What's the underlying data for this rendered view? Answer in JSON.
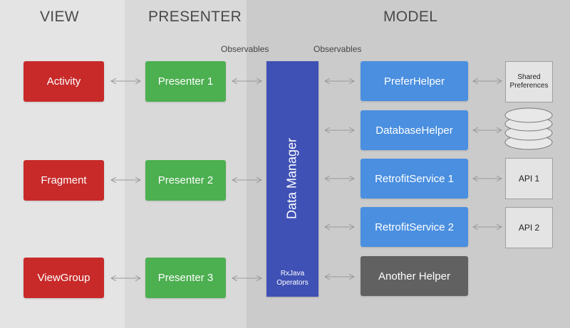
{
  "columns": {
    "view": "VIEW",
    "presenter": "PRESENTER",
    "model": "MODEL"
  },
  "observables": [
    "Observables",
    "Observables"
  ],
  "views": [
    "Activity",
    "Fragment",
    "ViewGroup"
  ],
  "presenters": [
    "Presenter 1",
    "Presenter 2",
    "Presenter 3"
  ],
  "data_manager": {
    "label": "Data Manager",
    "operators": "RxJava\nOperators"
  },
  "helpers": [
    "PreferHelper",
    "DatabaseHelper",
    "RetrofitService 1",
    "RetrofitService 2",
    "Another Helper"
  ],
  "externals": {
    "shared_prefs": "Shared\nPreferences",
    "api1": "API 1",
    "api2": "API 2",
    "database": "database-icon"
  },
  "colors": {
    "view": "#c82a2a",
    "presenter": "#4caf50",
    "helper": "#4a8fe0",
    "data_manager": "#3f51b5",
    "another_helper": "#616161"
  }
}
